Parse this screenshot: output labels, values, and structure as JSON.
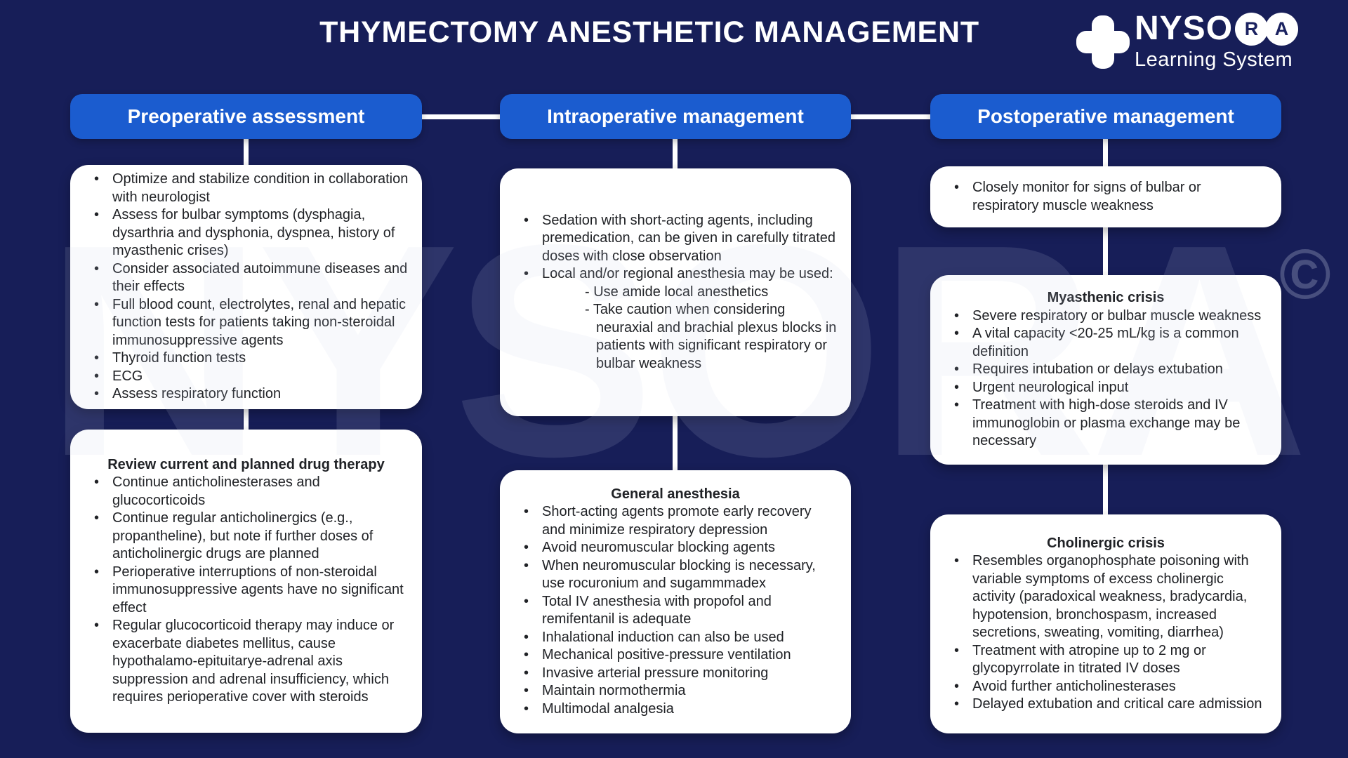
{
  "page": {
    "title": "THYMECTOMY ANESTHETIC MANAGEMENT"
  },
  "logo": {
    "plus_icon": "medical-plus-icon",
    "word_main": "NYSO",
    "badge_r": "R",
    "badge_a": "A",
    "subtitle": "Learning System"
  },
  "watermark": {
    "text": "NYSORA",
    "copyright": "©"
  },
  "colors": {
    "background": "#171e58",
    "pill_blue": "#1b5ccf",
    "box_white": "#ffffff",
    "body_text": "#202226",
    "connector": "#ffffff"
  },
  "columns": [
    {
      "header": "Preoperative assessment",
      "boxes": [
        {
          "bullets": [
            "Optimize and stabilize condition in collaboration with neurologist",
            "Assess for bulbar symptoms (dysphagia, dysarthria and dysphonia, dyspnea, history of myasthenic crises)",
            "Consider associated autoimmune diseases and their effects",
            "Full blood count, electrolytes, renal and hepatic function tests for patients taking non-steroidal immunosuppressive agents",
            "Thyroid function tests",
            "ECG",
            "Assess respiratory function"
          ]
        },
        {
          "title": "Review current and planned drug therapy",
          "bullets": [
            "Continue anticholinesterases and glucocorticoids",
            "Continue regular anticholinergics (e.g., propantheline), but note if further doses of anticholinergic drugs are planned",
            "Perioperative interruptions of non-steroidal immunosuppressive agents have no significant effect",
            "Regular glucocorticoid therapy may induce or exacerbate diabetes mellitus, cause hypothalamo-epituitarye-adrenal axis suppression and adrenal insufficiency, which requires perioperative cover with steroids"
          ]
        }
      ]
    },
    {
      "header": "Intraoperative management",
      "boxes": [
        {
          "bullets": [
            "Sedation with short-acting agents, including premedication, can be given in carefully titrated doses with close observation",
            "Local and/or regional anesthesia may be used:"
          ],
          "sub_bullets": [
            "- Use amide local anesthetics",
            "- Take caution when considering neuraxial and brachial plexus blocks in patients with significant respiratory or bulbar weakness"
          ]
        },
        {
          "title": "General anesthesia",
          "bullets": [
            "Short-acting agents promote early recovery and minimize respiratory depression",
            "Avoid neuromuscular blocking agents",
            "When neuromuscular blocking is necessary, use rocuronium and sugammmadex",
            "Total IV anesthesia with propofol and remifentanil is adequate",
            "Inhalational induction can also be used",
            "Mechanical positive-pressure ventilation",
            "Invasive arterial pressure monitoring",
            "Maintain normothermia",
            "Multimodal analgesia"
          ]
        }
      ]
    },
    {
      "header": "Postoperative management",
      "boxes": [
        {
          "bullets": [
            "Closely monitor for signs of bulbar or respiratory muscle weakness"
          ]
        },
        {
          "title": "Myasthenic crisis",
          "bullets": [
            "Severe respiratory or bulbar muscle weakness",
            "A vital capacity <20-25 mL/kg is a common definition",
            "Requires intubation or delays extubation",
            "Urgent neurological input",
            "Treatment with high-dose steroids and IV immunoglobin or plasma exchange may be necessary"
          ]
        },
        {
          "title": "Cholinergic crisis",
          "bullets": [
            "Resembles organophosphate poisoning with variable symptoms of excess cholinergic activity (paradoxical weakness, bradycardia, hypotension, bronchospasm, increased secretions, sweating, vomiting, diarrhea)",
            "Treatment with atropine up to 2 mg or glycopyrrolate in titrated IV doses",
            "Avoid further anticholinesterases",
            "Delayed extubation and critical care admission"
          ]
        }
      ]
    }
  ]
}
